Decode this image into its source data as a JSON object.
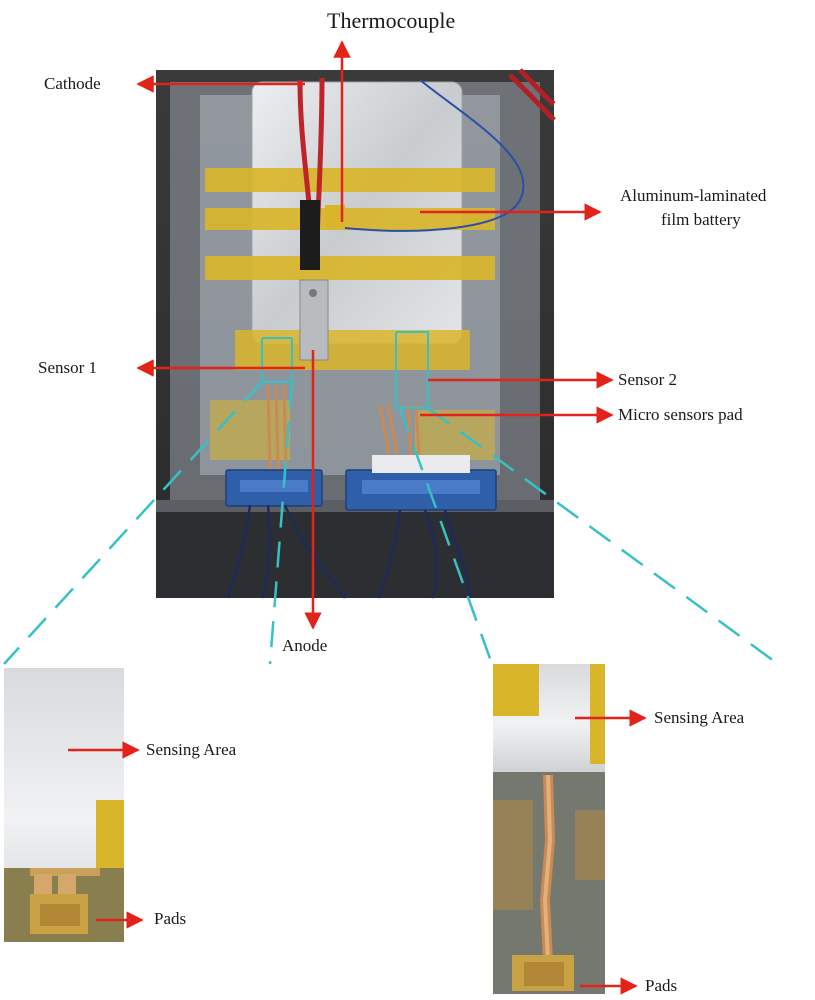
{
  "figure": {
    "labels": {
      "thermocouple": "Thermocouple",
      "cathode": "Cathode",
      "battery_line1": "Aluminum-laminated",
      "battery_line2": "film battery",
      "sensor1": "Sensor 1",
      "sensor2": "Sensor 2",
      "micro_pad": "Micro sensors pad",
      "anode": "Anode",
      "left_sensing_area": "Sensing Area",
      "left_pads": "Pads",
      "right_sensing_area": "Sensing Area",
      "right_pads": "Pads"
    },
    "colors": {
      "arrow": "#e2231a",
      "dash": "#36c1c6",
      "tape": "#d9b52a",
      "foil": "#d7d9dc",
      "connector": "#2f5fa8",
      "copper": "#c98a55"
    }
  }
}
